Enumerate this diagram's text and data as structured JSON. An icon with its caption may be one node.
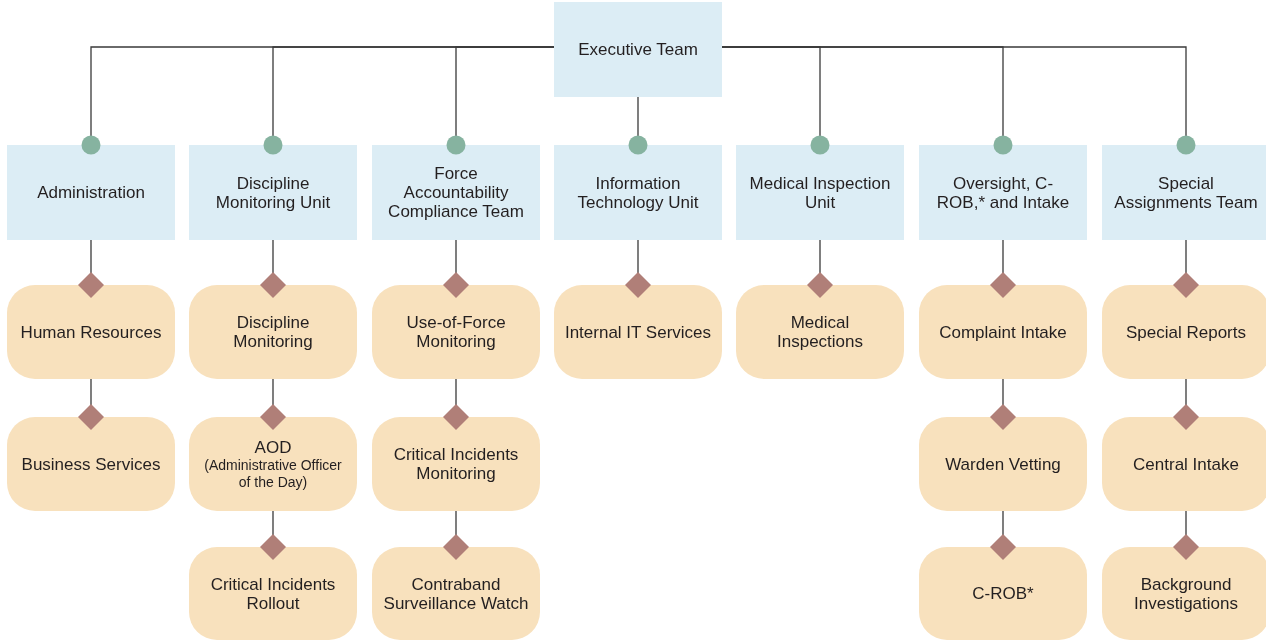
{
  "diagram": {
    "nodes": [
      {
        "text": [
          "Executive Team"
        ]
      },
      {
        "text": [
          "Administration"
        ]
      },
      {
        "text": [
          "Discipline Monitoring Unit"
        ]
      },
      {
        "text": [
          "Force Accountability Compliance Team"
        ]
      },
      {
        "text": [
          "Information Technology Unit"
        ]
      },
      {
        "text": [
          "Medical Inspection Unit"
        ]
      },
      {
        "text": [
          "Oversight, C-ROB,* and Intake"
        ]
      },
      {
        "text": [
          "Special Assignments Team"
        ]
      },
      {
        "text": [
          "Human Resources"
        ]
      },
      {
        "text": [
          "Discipline Monitoring"
        ]
      },
      {
        "text": [
          "Use-of-Force Monitoring"
        ]
      },
      {
        "text": [
          "Internal IT Services"
        ]
      },
      {
        "text": [
          "Medical Inspections"
        ]
      },
      {
        "text": [
          "Complaint Intake"
        ]
      },
      {
        "text": [
          "Special Reports"
        ]
      },
      {
        "text": [
          "Business Services"
        ]
      },
      {
        "text": [
          "AOD",
          "(Administrative Officer of the Day)"
        ]
      },
      {
        "text": [
          "Critical Incidents Monitoring"
        ]
      },
      {
        "text": [
          "Warden Vetting"
        ]
      },
      {
        "text": [
          "Central Intake"
        ]
      },
      {
        "text": [
          "Critical Incidents Rollout"
        ]
      },
      {
        "text": [
          "Contraband Surveillance Watch"
        ]
      },
      {
        "text": [
          "C-ROB*"
        ]
      },
      {
        "text": [
          "Background Investigations"
        ]
      }
    ],
    "edges": [
      {
        "from": 0,
        "to": 1,
        "arrow": "other"
      },
      {
        "from": 0,
        "to": 2,
        "arrow": "other"
      },
      {
        "from": 0,
        "to": 3,
        "arrow": "other"
      },
      {
        "from": 0,
        "to": 4,
        "arrow": "other"
      },
      {
        "from": 0,
        "to": 5,
        "arrow": "other"
      },
      {
        "from": 0,
        "to": 6,
        "arrow": "other"
      },
      {
        "from": 0,
        "to": 7,
        "arrow": "other"
      },
      {
        "from": 1,
        "to": 8,
        "arrow": "other"
      },
      {
        "from": 2,
        "to": 9,
        "arrow": "other"
      },
      {
        "from": 3,
        "to": 10,
        "arrow": "other"
      },
      {
        "from": 4,
        "to": 11,
        "arrow": "other"
      },
      {
        "from": 5,
        "to": 12,
        "arrow": "other"
      },
      {
        "from": 6,
        "to": 13,
        "arrow": "other"
      },
      {
        "from": 7,
        "to": 14,
        "arrow": "other"
      },
      {
        "from": 8,
        "to": 15,
        "arrow": "other"
      },
      {
        "from": 9,
        "to": 16,
        "arrow": "other"
      },
      {
        "from": 10,
        "to": 17,
        "arrow": "other"
      },
      {
        "from": 13,
        "to": 18,
        "arrow": "other"
      },
      {
        "from": 14,
        "to": 19,
        "arrow": "other"
      },
      {
        "from": 16,
        "to": 20,
        "arrow": "other"
      },
      {
        "from": 17,
        "to": 21,
        "arrow": "other"
      },
      {
        "from": 18,
        "to": 22,
        "arrow": "other"
      },
      {
        "from": 19,
        "to": 23,
        "arrow": "other"
      }
    ]
  }
}
